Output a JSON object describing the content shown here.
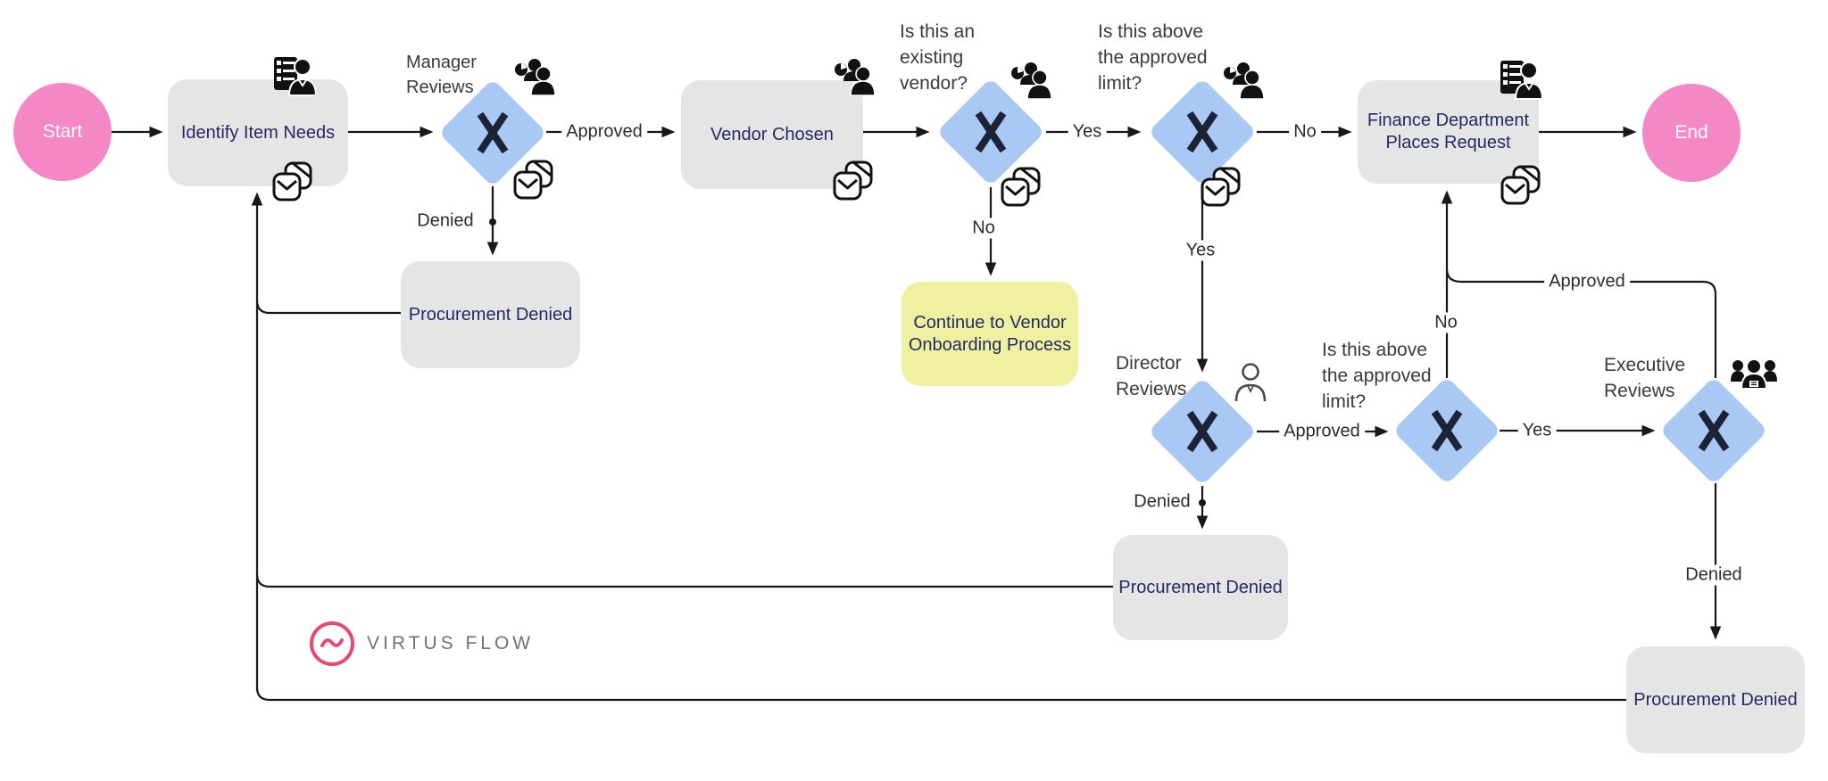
{
  "diagram_type": "procurement-approval-flowchart",
  "nodes": {
    "start": "Start",
    "identify_item_needs": "Identify Item Needs",
    "vendor_chosen": "Vendor Chosen",
    "finance_places_request": "Finance Department\nPlaces Request",
    "end": "End",
    "procurement_denied_1": "Procurement Denied",
    "procurement_denied_2": "Procurement Denied",
    "procurement_denied_3": "Procurement Denied",
    "continue_onboarding": "Continue to Vendor\nOnboarding Process"
  },
  "gateway_labels": {
    "manager_reviews": "Manager\nReviews",
    "existing_vendor": "Is this an\nexisting\nvendor?",
    "above_limit_1": "Is this above\nthe approved\nlimit?",
    "director_reviews": "Director\nReviews",
    "above_limit_2": "Is this above\nthe approved\nlimit?",
    "executive_reviews": "Executive\nReviews"
  },
  "edge_labels": {
    "approved_manager": "Approved",
    "denied_manager": "Denied",
    "yes_existing": "Yes",
    "no_existing": "No",
    "no_above_limit_1": "No",
    "yes_above_limit_1": "Yes",
    "approved_director": "Approved",
    "denied_director": "Denied",
    "no_above_limit_2": "No",
    "yes_above_limit_2": "Yes",
    "approved_executive": "Approved",
    "denied_executive": "Denied"
  },
  "logo": {
    "text": "VIRTUS FLOW"
  },
  "colors": {
    "event_fill": "#f487c6",
    "event_text": "#ffffff",
    "task_fill": "#e5e5e6",
    "task_text": "#232a63",
    "gateway_fill": "#a9c8f3",
    "gateway_x": "#1c2336",
    "highlight_fill": "#f0f0a1",
    "connector": "#181818",
    "label_text": "#2b2b2b",
    "logo_pink": "#e84a6e",
    "logo_text": "#6e7276"
  },
  "icons": {
    "gateway_marker": "x-exclusive-gateway",
    "task_assignment": "checklist-person",
    "team_review": "two-people-with-pie",
    "messages": "stacked-mail",
    "director": "person-outline",
    "executive": "three-people",
    "logo": "wave-in-circle"
  }
}
